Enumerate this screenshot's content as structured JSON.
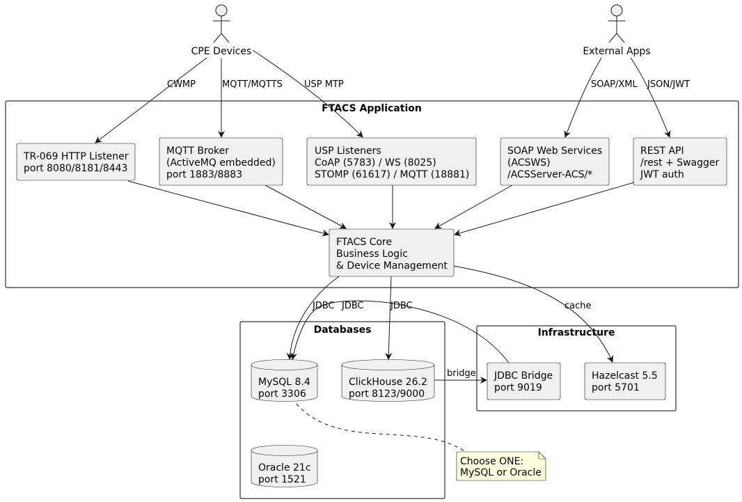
{
  "actors": {
    "cpe": {
      "label": "CPE Devices"
    },
    "external": {
      "label": "External Apps"
    }
  },
  "frames": {
    "ftacs": {
      "title": "FTACS Application"
    },
    "databases": {
      "title": "Databases"
    },
    "infrastructure": {
      "title": "Infrastructure"
    }
  },
  "components": {
    "tr069": {
      "lines": [
        "TR-069 HTTP Listener",
        "port 8080/8181/8443"
      ]
    },
    "mqtt": {
      "lines": [
        "MQTT Broker",
        "(ActiveMQ embedded)",
        "port 1883/8883"
      ]
    },
    "usp": {
      "lines": [
        "USP Listeners",
        "CoAP (5783) / WS (8025)",
        "STOMP (61617) / MQTT (18881)"
      ]
    },
    "soap": {
      "lines": [
        "SOAP Web Services",
        "(ACSWS)",
        "/ACSServer-ACS/*"
      ]
    },
    "rest": {
      "lines": [
        "REST API",
        "/rest + Swagger",
        "JWT auth"
      ]
    },
    "core": {
      "lines": [
        "FTACS Core",
        "Business Logic",
        "& Device Management"
      ]
    },
    "jdbc_bridge": {
      "lines": [
        "JDBC Bridge",
        "port 9019"
      ]
    },
    "hazelcast": {
      "lines": [
        "Hazelcast 5.5",
        "port 5701"
      ]
    }
  },
  "databases": {
    "mysql": {
      "lines": [
        "MySQL 8.4",
        "port 3306"
      ]
    },
    "clickhouse": {
      "lines": [
        "ClickHouse 26.2",
        "port 8123/9000"
      ]
    },
    "oracle": {
      "lines": [
        "Oracle 21c",
        "port 1521"
      ]
    }
  },
  "note": {
    "lines": [
      "Choose ONE:",
      "MySQL or Oracle"
    ]
  },
  "edge_labels": {
    "cwmp": "CWMP",
    "mqtt": "MQTT/MQTTS",
    "usp": "USP MTP",
    "soap": "SOAP/XML",
    "json": "JSON/JWT",
    "jdbc_mysql": "JDBC",
    "jdbc_bridge": "JDBC",
    "jdbc_clickhouse": "JDBC",
    "cache": "cache",
    "bridge": "bridge"
  },
  "colors": {
    "node_fill": "#f1f1f1",
    "note_fill": "#feffdd",
    "stroke": "#181818",
    "background": "#ffffff"
  }
}
